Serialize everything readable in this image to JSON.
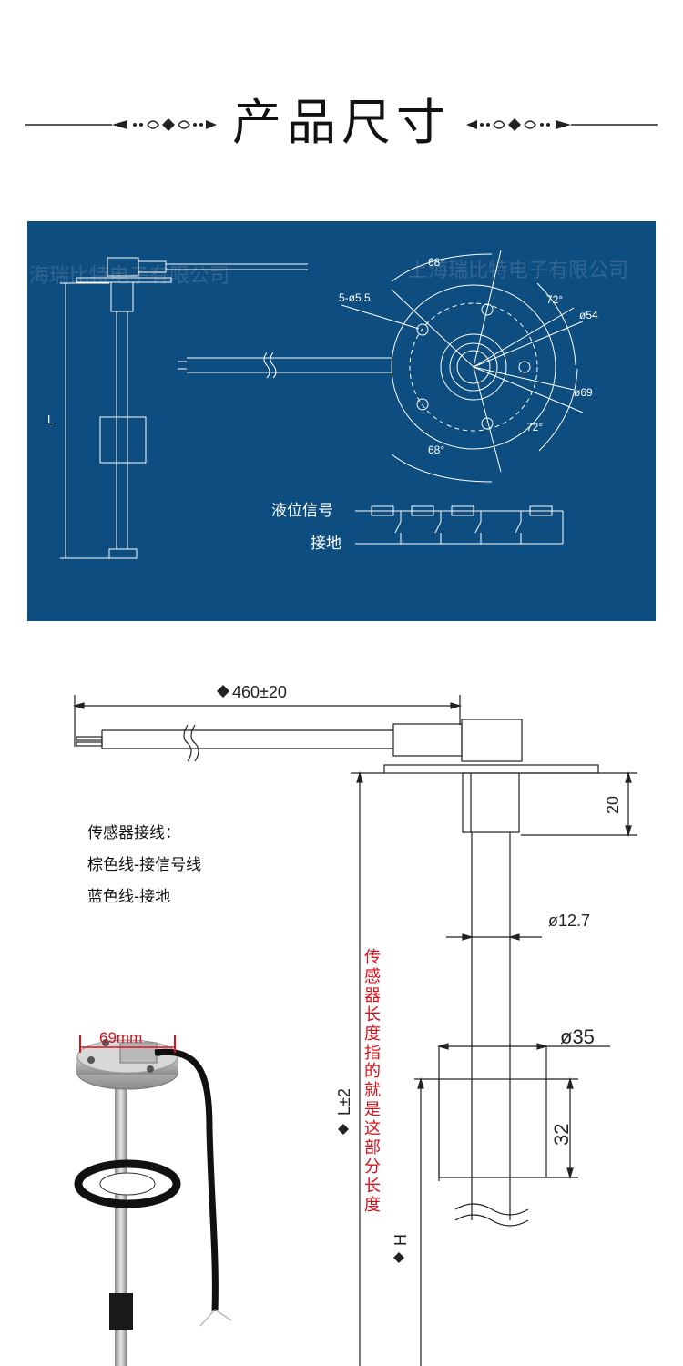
{
  "header": {
    "title": "产品尺寸"
  },
  "top_diagram": {
    "watermark_left": "上海瑞比特电子有限公司",
    "watermark_right": "上海瑞比特电子有限公司",
    "length_label": "L",
    "angle_top": "68°",
    "angle_bottom": "68°",
    "angle_right_upper": "72°",
    "angle_right_lower": "72°",
    "hole_spec": "5-ø5.5",
    "dia_54": "ø54",
    "dia_69": "ø69",
    "circuit_signal_label": "液位信号",
    "circuit_ground_label": "接地"
  },
  "drawing": {
    "cable_length": "460±20",
    "flange_thickness": "20",
    "tube_dia": "ø12.7",
    "float_dia": "ø35",
    "float_height": "32",
    "total_length": "L±2",
    "h_label": "H",
    "photo_dim": "69mm"
  },
  "wiring_notes": {
    "title": "传感器接线：",
    "brown": "棕色线-接信号线",
    "blue": "蓝色线-接地"
  },
  "red_note": "传感器长度指的就是这部分长度",
  "colors": {
    "panel_blue": "#0e4d7f",
    "red_text": "#d8121b"
  }
}
